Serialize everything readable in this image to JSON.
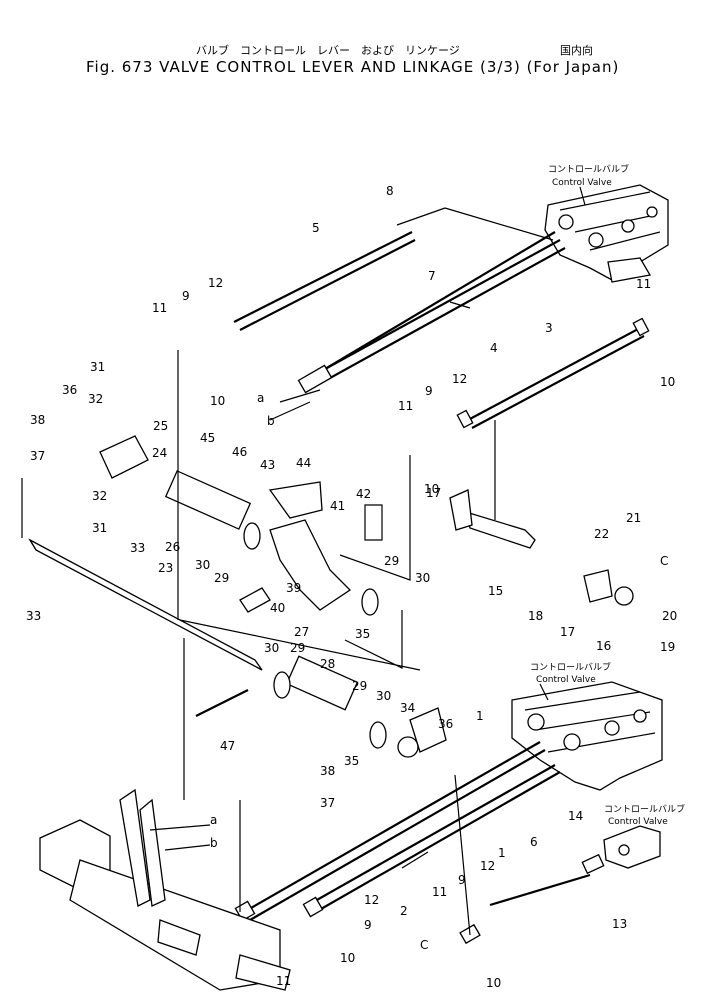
{
  "header": {
    "jp_title": "バルブ　コントロール　レバー　および　リンケージ",
    "jp_market": "国内向",
    "title": "Fig. 673   VALVE CONTROL LEVER AND LINKAGE (3/3)  (For Japan)"
  },
  "callouts": {
    "control_valve_jp": "コントロールバルブ",
    "control_valve_en": "Control Valve"
  },
  "part_numbers": [
    "1",
    "2",
    "3",
    "4",
    "5",
    "6",
    "7",
    "8",
    "9",
    "10",
    "11",
    "12",
    "13",
    "14",
    "15",
    "16",
    "17",
    "18",
    "19",
    "20",
    "21",
    "22",
    "23",
    "24",
    "25",
    "26",
    "27",
    "28",
    "29",
    "30",
    "31",
    "32",
    "33",
    "34",
    "35",
    "36",
    "37",
    "38",
    "39",
    "40",
    "41",
    "42",
    "43",
    "44",
    "45",
    "46",
    "47"
  ],
  "connection_letters": [
    "a",
    "b",
    "C"
  ]
}
